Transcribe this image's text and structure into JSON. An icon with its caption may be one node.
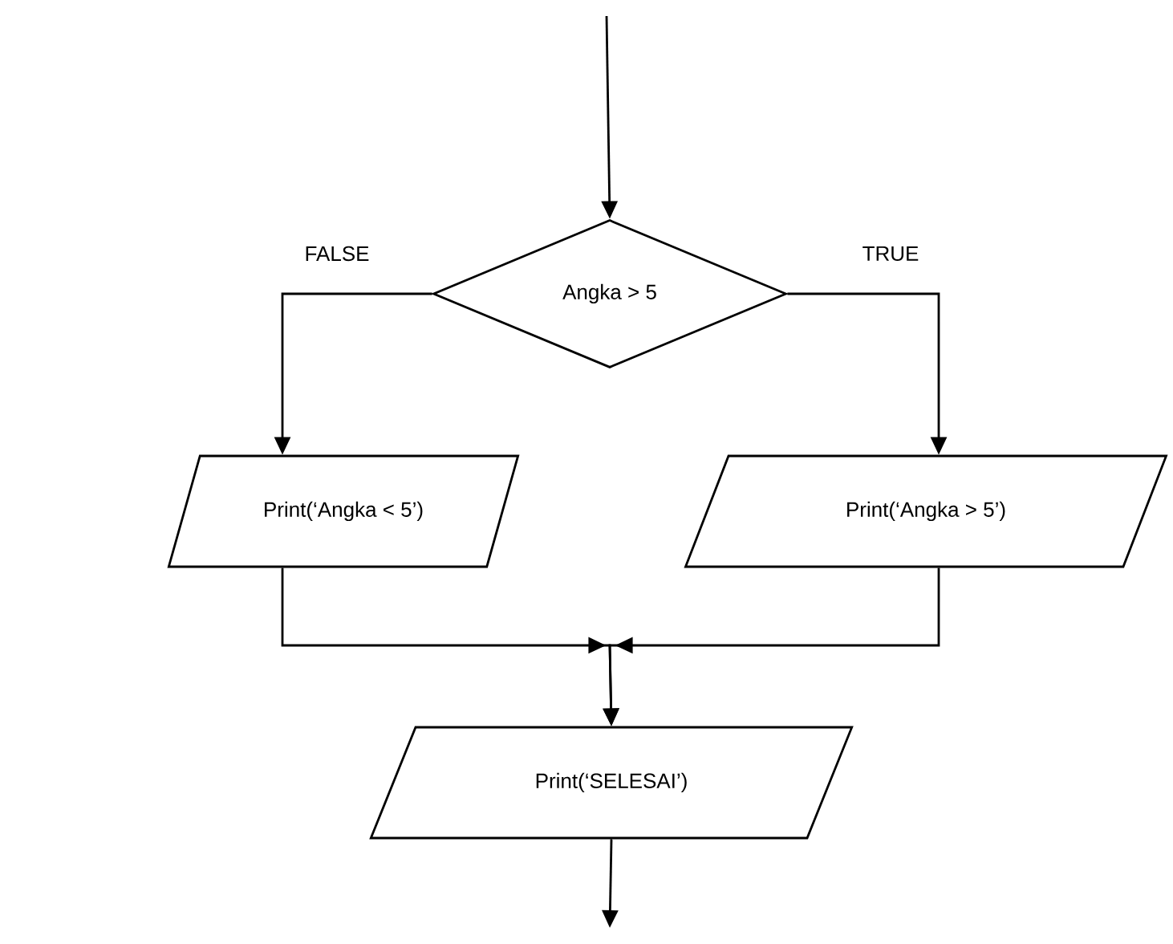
{
  "diagram": {
    "nodes": [
      {
        "text": [
          "Angka > 5"
        ]
      },
      {
        "text": [
          "Print(‘Angka < 5’)"
        ]
      },
      {
        "text": [
          "Print(‘Angka > 5’)"
        ]
      },
      {
        "text": [
          "Print(‘SELESAI’)"
        ]
      }
    ],
    "edges": [
      {
        "from": null,
        "to": 0,
        "arrow": "to"
      },
      {
        "from": 0,
        "to": 1,
        "arrow": "to",
        "label": "FALSE"
      },
      {
        "from": 0,
        "to": 2,
        "arrow": "to",
        "label": "TRUE"
      },
      {
        "from": 1,
        "to": 3,
        "arrow": "to"
      },
      {
        "from": 2,
        "to": 3,
        "arrow": "to"
      },
      {
        "from": 3,
        "to": null,
        "arrow": "to"
      }
    ]
  }
}
